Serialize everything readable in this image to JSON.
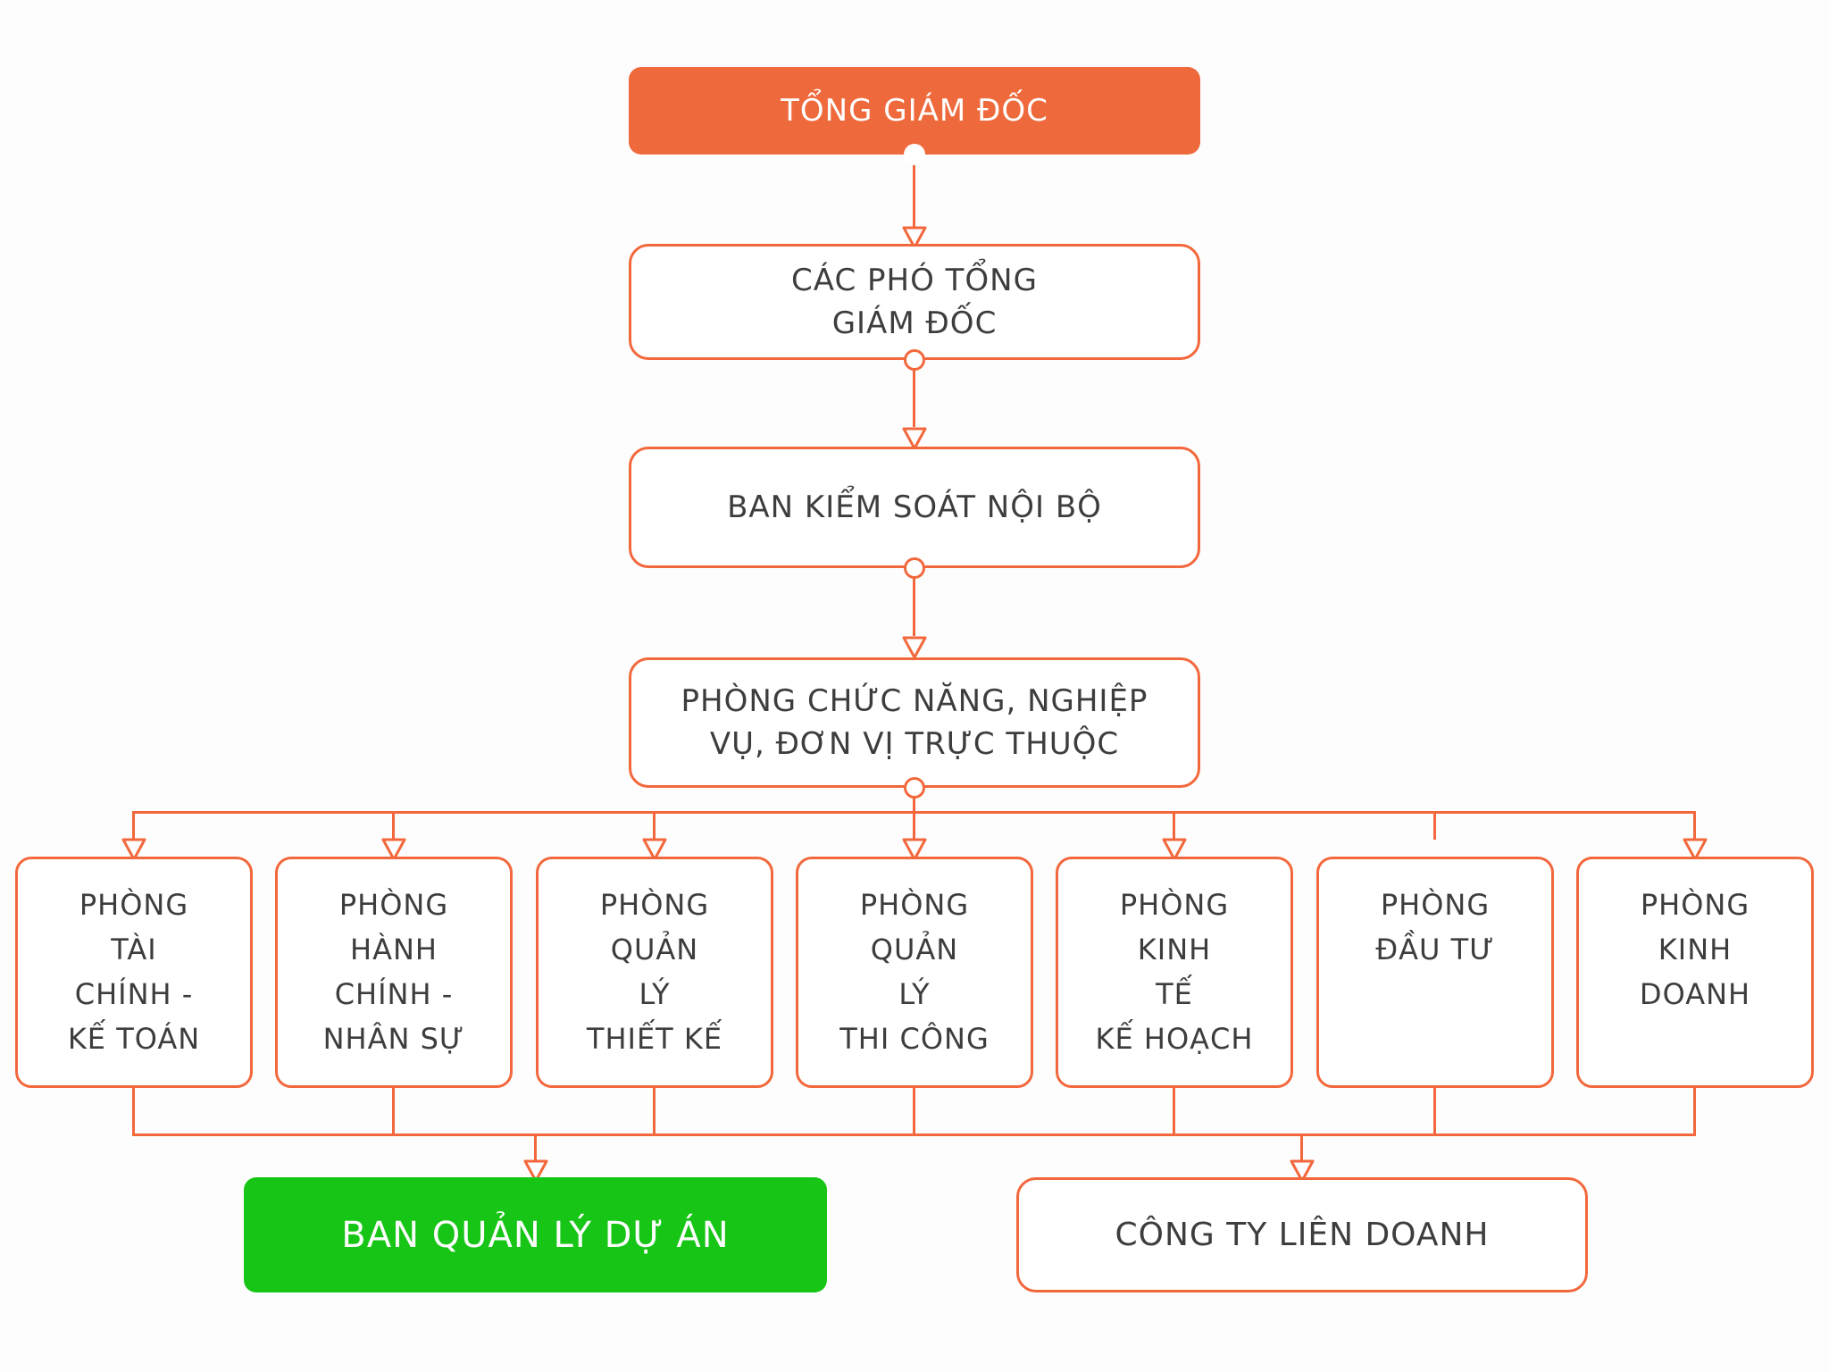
{
  "palette": {
    "orange_line": "#f2683c",
    "orange_fill": "#ee6a3c",
    "green_fill": "#16c516",
    "text_dark": "#3d3d3d",
    "text_light": "#ffffff"
  },
  "nodes": {
    "ceo": {
      "label": "TỔNG GIÁM ĐỐC"
    },
    "deputy_general_directors": {
      "lines": [
        "CÁC PHÓ TỔNG",
        "GIÁM ĐỐC"
      ]
    },
    "internal_control_board": {
      "label": "BAN KIỂM SOÁT NỘI BỘ"
    },
    "functional_units": {
      "lines": [
        "PHÒNG CHỨC NĂNG, NGHIỆP",
        "VỤ, ĐƠN VỊ TRỰC THUỘC"
      ]
    },
    "departments": [
      {
        "id": "finance-accounting",
        "lines": [
          "PHÒNG",
          "TÀI",
          "CHÍNH -",
          "KẾ TOÁN"
        ]
      },
      {
        "id": "admin-hr",
        "lines": [
          "PHÒNG",
          "HÀNH",
          "CHÍNH -",
          "NHÂN SỰ"
        ]
      },
      {
        "id": "design-management",
        "lines": [
          "PHÒNG",
          "QUẢN",
          "LÝ",
          "THIẾT KẾ"
        ]
      },
      {
        "id": "construction-management",
        "lines": [
          "PHÒNG",
          "QUẢN",
          "LÝ",
          "THI CÔNG"
        ]
      },
      {
        "id": "economics-planning",
        "lines": [
          "PHÒNG",
          "KINH",
          "TẾ",
          "KẾ HOẠCH"
        ]
      },
      {
        "id": "investment",
        "lines": [
          "PHÒNG",
          "ĐẦU TƯ"
        ]
      },
      {
        "id": "business",
        "lines": [
          "PHÒNG",
          "KINH",
          "DOANH"
        ]
      }
    ],
    "project_management_board": {
      "label": "BAN QUẢN LÝ DỰ ÁN"
    },
    "joint_venture_company": {
      "label": "CÔNG TY LIÊN DOANH"
    }
  }
}
